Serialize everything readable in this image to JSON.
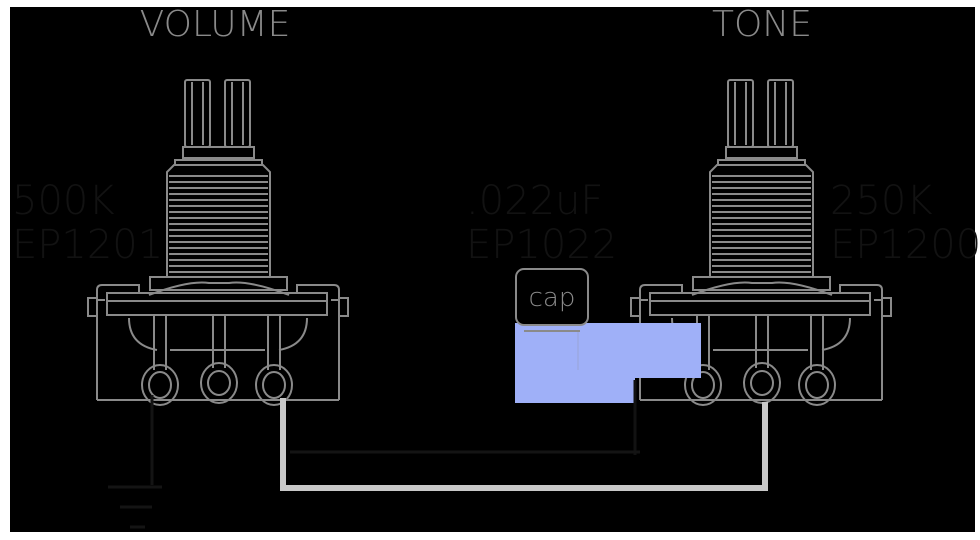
{
  "pots": [
    {
      "title": "VOLUME",
      "value": "500K",
      "part": "EP1201"
    },
    {
      "title": "TONE",
      "value": "250K",
      "part": "EP1200"
    }
  ],
  "capacitor": {
    "value": ".022uF",
    "part": "EP1022",
    "label": "cap"
  },
  "colors": {
    "background": "#000000",
    "outline": "#8a8a8a",
    "wire": "#c8c8c8",
    "highlight": "#9fb0f8",
    "faint_text": "#121212"
  }
}
